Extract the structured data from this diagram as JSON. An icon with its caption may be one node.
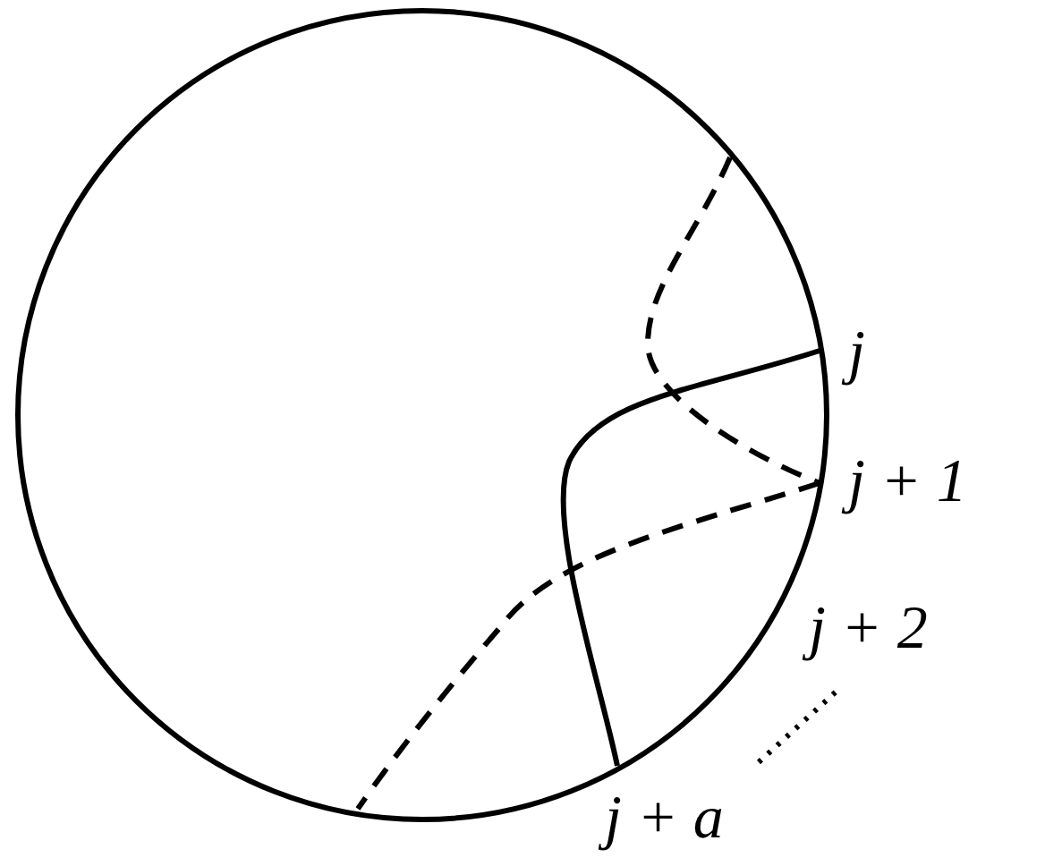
{
  "diagram": {
    "nodes": [
      {
        "text": [],
        "shape": "circle"
      }
    ],
    "labels": [
      "j",
      "j + 1",
      "j + 2",
      "j + a"
    ]
  }
}
